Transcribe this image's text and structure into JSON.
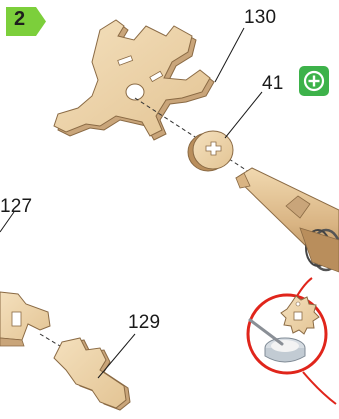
{
  "step": {
    "number": "2",
    "badge_color": "#7ccf3b"
  },
  "part_labels": {
    "p130": "130",
    "p41": "41",
    "p127": "127",
    "p129": "129"
  },
  "icons": {
    "add_part": "plus-in-circle-icon",
    "detail_zoom": "glue-gear-detail-icon"
  },
  "colors": {
    "wood": "#ecd3a8",
    "wood_dark": "#c9a57a",
    "wood_edge": "#8a6a44",
    "callout_ring": "#e0251b",
    "accent_green": "#3db24a"
  }
}
